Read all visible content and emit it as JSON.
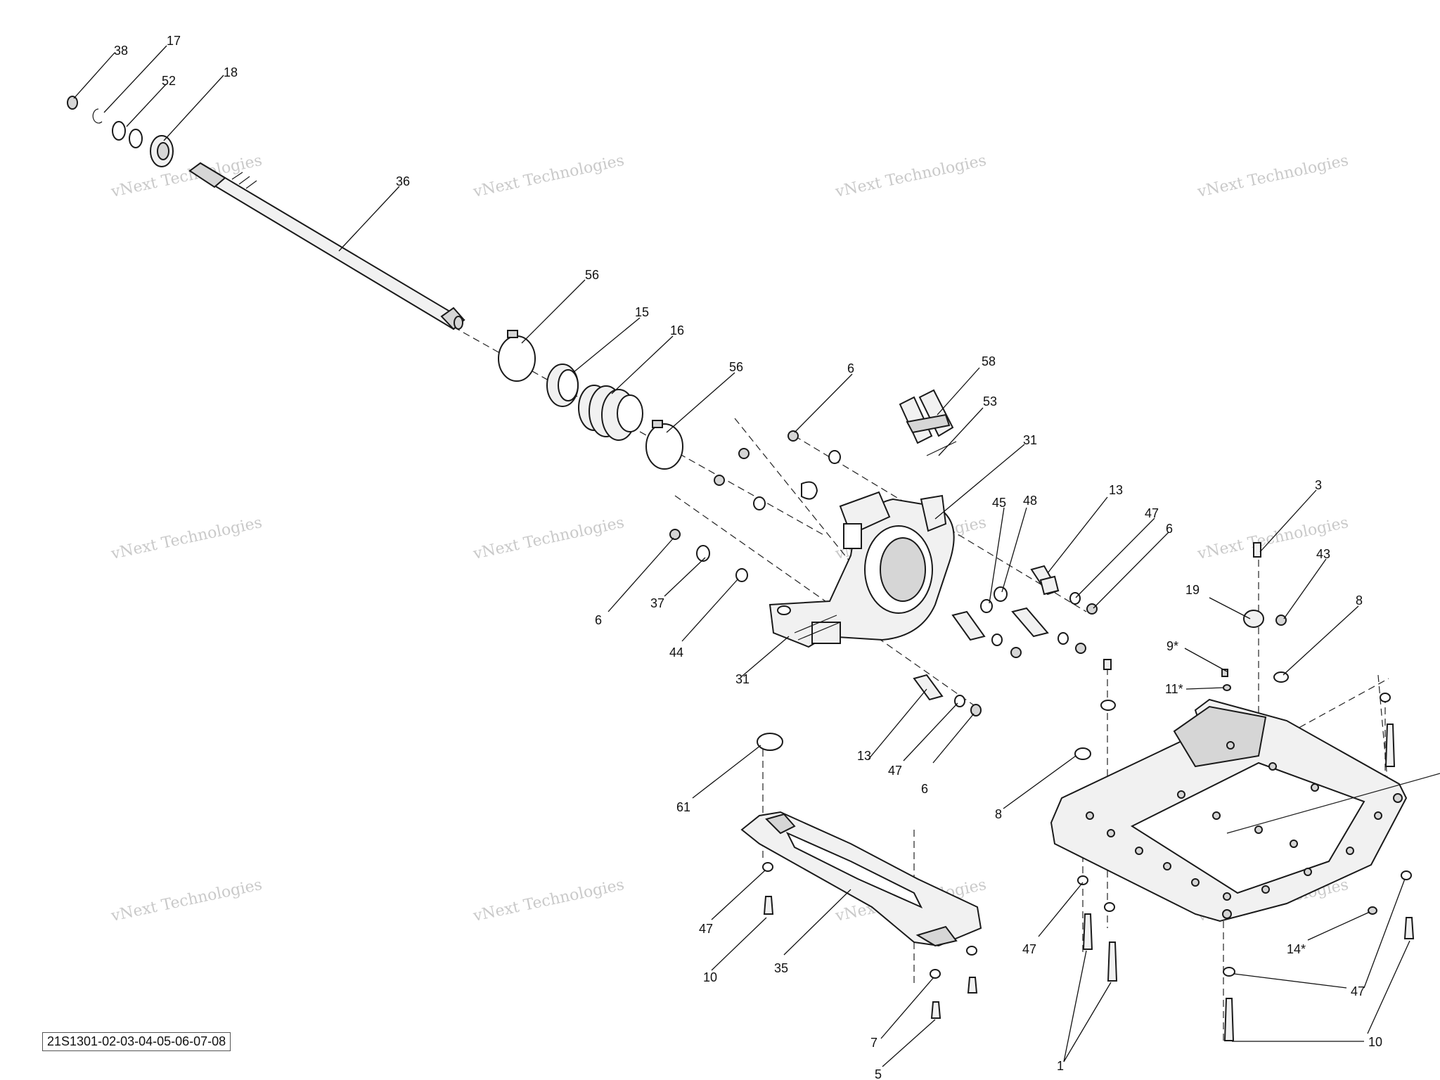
{
  "reference_code": "21S1301-02-03-04-05-06-07-08",
  "watermark_text": "vNext Technologies",
  "callouts": {
    "c38": "38",
    "c17": "17",
    "c52": "52",
    "c18": "18",
    "c36": "36",
    "c56a": "56",
    "c15": "15",
    "c16": "16",
    "c56b": "56",
    "c6a": "6",
    "c58": "58",
    "c53": "53",
    "c31a": "31",
    "c6b": "6",
    "c37": "37",
    "c44": "44",
    "c31b": "31",
    "c45": "45",
    "c48": "48",
    "c13a": "13",
    "c47a": "47",
    "c6c": "6",
    "c3": "3",
    "c43": "43",
    "c19": "19",
    "c8a": "8",
    "c9": "9*",
    "c11": "11*",
    "c13b": "13",
    "c47b": "47",
    "c6d": "6",
    "c61": "61",
    "c8b": "8",
    "c47c": "47",
    "c10a": "10",
    "c35": "35",
    "c47d": "47",
    "c14": "14*",
    "c47e": "47",
    "c7": "7",
    "c5": "5",
    "c1": "1",
    "c10b": "10"
  }
}
